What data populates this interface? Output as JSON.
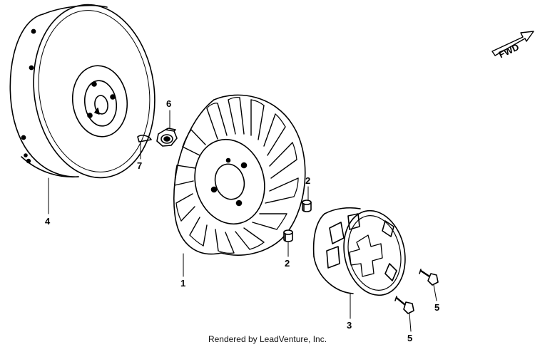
{
  "diagram": {
    "direction_label": "FWD",
    "callouts": {
      "flywheel": "4",
      "cooling_fan": "1",
      "starter_pulley": "3",
      "nut": "6",
      "woodruff_key": "7",
      "collar_upper": "2",
      "collar_lower": "2",
      "bolt_right": "5",
      "bolt_lower": "5"
    }
  },
  "footer": {
    "credit": "Rendered by LeadVenture, Inc."
  }
}
